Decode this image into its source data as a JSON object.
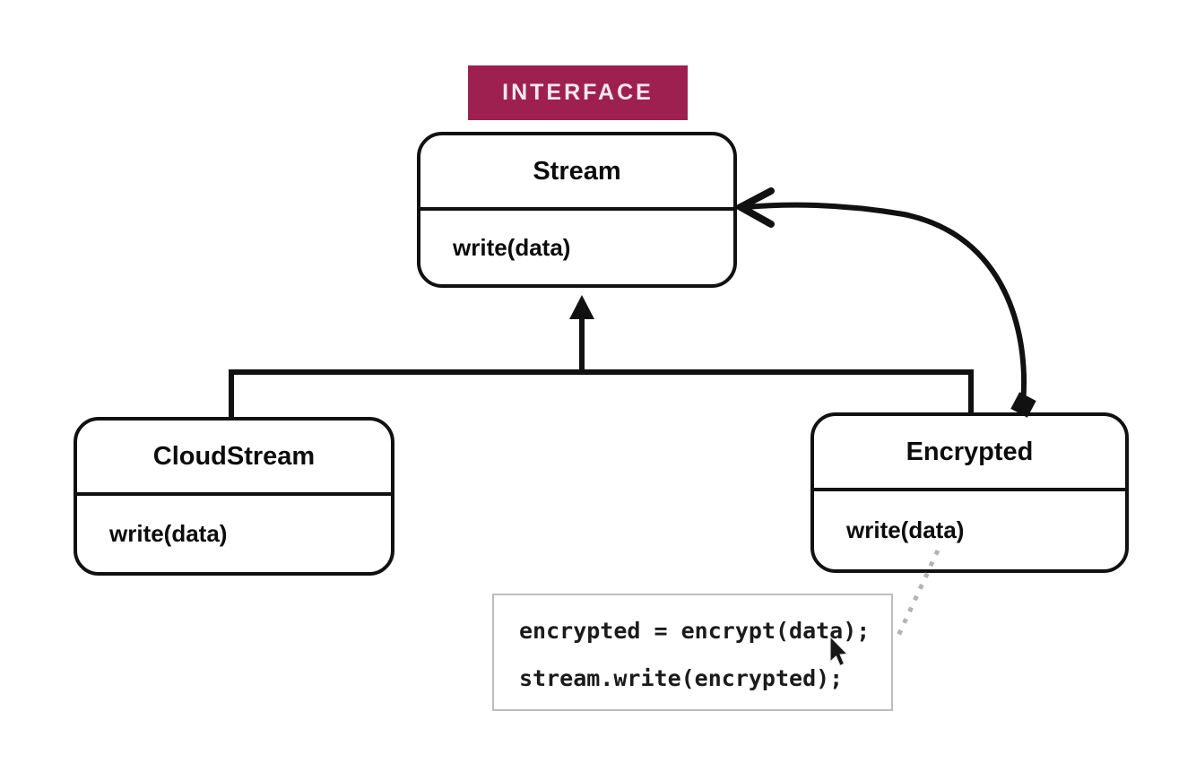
{
  "badge": {
    "label": "INTERFACE"
  },
  "nodes": {
    "stream": {
      "title": "Stream",
      "method": "write(data)"
    },
    "cloudstream": {
      "title": "CloudStream",
      "method": "write(data)"
    },
    "encrypted": {
      "title": "Encrypted",
      "method": "write(data)"
    }
  },
  "code": {
    "line1": "encrypted = encrypt(data);",
    "line2": "stream.write(encrypted);"
  },
  "colors": {
    "badge_bg": "#9e2050",
    "badge_fg": "#f6e8ef",
    "line": "#111111",
    "code_border": "#bdbdbd",
    "dotted": "#b3b3b3"
  }
}
